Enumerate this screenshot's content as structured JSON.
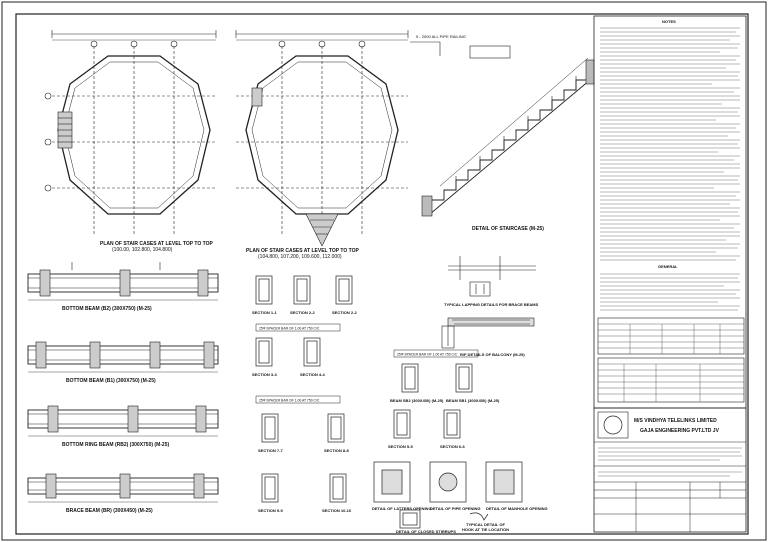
{
  "drawing": {
    "captions": {
      "plan_stair_1": "PLAN OF STAIR CASES AT LEVEL TOP TO TOP",
      "plan_stair_1_sub": "(100.00, 102.800, 104.800)",
      "plan_stair_2": "PLAN OF STAIR CASES AT LEVEL TOP TO TOP",
      "plan_stair_2_sub": "(104.800, 107.200, 109.600, 112.000)",
      "staircase_detail": "DETAIL OF STAIRCASE (M-25)",
      "staircase_note": "5 - 2000 ALL PIPE RAILING",
      "typical_lapping": "TYPICAL LAPPING DETAILS FOR BRACE BEAMS",
      "rf_balcony": "R/F DETAILS OF BALCONY (M-25)",
      "bottom_beam_b2": "BOTTOM BEAM (B2) (300X750) (M-25)",
      "bottom_beam_b1": "BOTTOM BEAM (B1) (300X750) (M-25)",
      "bottom_ring_beam": "BOTTOM RING BEAM (RB2) (300X750) (M-25)",
      "brace_beam": "BRACE BEAM (BR) (300X450) (M-25)",
      "section_1_1": "SECTION 1-1",
      "section_2_2": "SECTION 2-2",
      "section_2_2b": "SECTION 2-2",
      "section_3_3": "SECTION 3-3",
      "section_4_4": "SECTION 4-4",
      "section_5_5": "SECTION 5-5",
      "section_6_6": "SECTION 6-6",
      "section_7_7": "SECTION 7-7",
      "section_8_8": "SECTION 8-8",
      "section_9_9": "SECTION 9-9",
      "section_10_10": "SECTION 10-10",
      "beam_sb2": "BEAM SB2 (300X450) (M-25)",
      "beam_sb1": "BEAM SB1 (300X450) (M-25)",
      "detail_latters": "DETAIL OF LATTERS OPENING",
      "detail_pipe": "DETAIL OF PIPE OPENING",
      "detail_manhole": "DETAIL OF MANHOLE OPENING",
      "detail_stirrups": "DETAIL OF CLOSED STIRRUPS",
      "hook": "TYPICAL DETAIL OF",
      "hook_sub": "HOOK AT TIE LOCATION",
      "spacer_bar_1": "25Φ SPACER BAR OF 1.00 AT 750 C/C",
      "spacer_bar_2": "25Φ SPACER BAR OF 1.00 AT 750 C/C",
      "spacer_bar_3": "25Φ SPACER BAR OF 1.00 AT 750 C/C"
    },
    "notes_header": "NOTES",
    "general_header": "GENERAL",
    "company": {
      "line1": "M/S VINDHYA TELELINKS LIMITED",
      "line2": "GAJA ENGINEERING PVT.LTD JV"
    }
  }
}
